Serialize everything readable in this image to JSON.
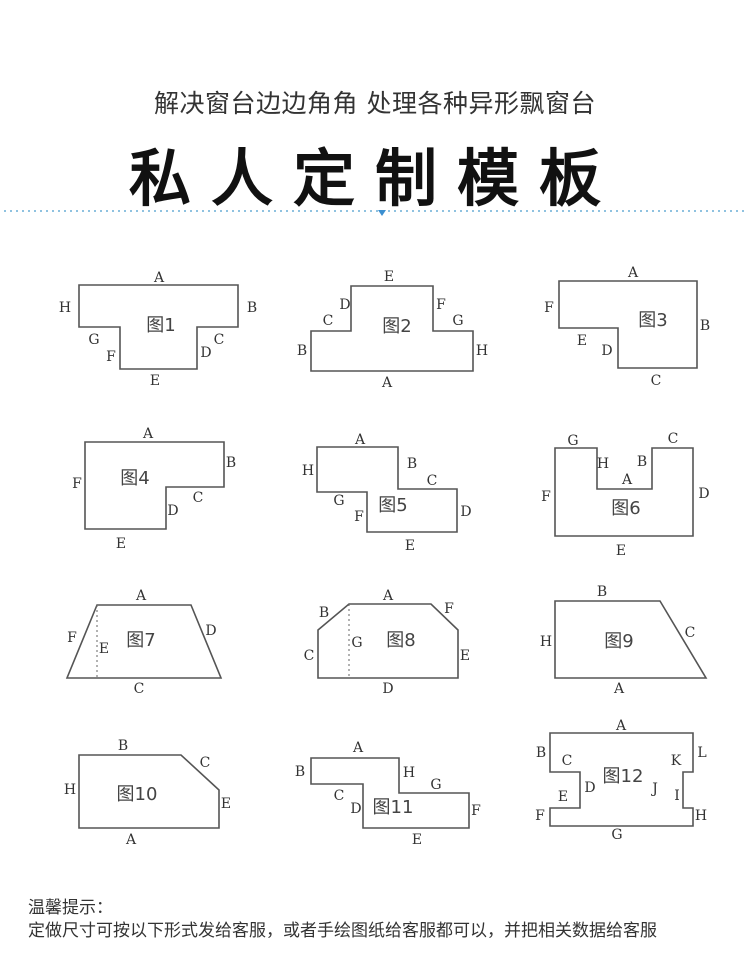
{
  "header": {
    "subtitle": "解决窗台边边角角 处理各种异形飘窗台",
    "title": "私人定制模板"
  },
  "figures": [
    {
      "name": "图1",
      "labels": [
        "A",
        "B",
        "C",
        "D",
        "E",
        "F",
        "G",
        "H"
      ]
    },
    {
      "name": "图2",
      "labels": [
        "A",
        "B",
        "C",
        "D",
        "E",
        "F",
        "G",
        "H"
      ]
    },
    {
      "name": "图3",
      "labels": [
        "A",
        "B",
        "C",
        "D",
        "E",
        "F"
      ]
    },
    {
      "name": "图4",
      "labels": [
        "A",
        "B",
        "C",
        "D",
        "E",
        "F"
      ]
    },
    {
      "name": "图5",
      "labels": [
        "A",
        "B",
        "C",
        "D",
        "E",
        "F",
        "G",
        "H"
      ]
    },
    {
      "name": "图6",
      "labels": [
        "A",
        "B",
        "C",
        "D",
        "E",
        "F",
        "G",
        "H"
      ]
    },
    {
      "name": "图7",
      "labels": [
        "A",
        "C",
        "D",
        "E",
        "F"
      ]
    },
    {
      "name": "图8",
      "labels": [
        "A",
        "B",
        "C",
        "D",
        "E",
        "F",
        "G"
      ]
    },
    {
      "name": "图9",
      "labels": [
        "A",
        "B",
        "C",
        "H"
      ]
    },
    {
      "name": "图10",
      "labels": [
        "A",
        "B",
        "C",
        "E",
        "H"
      ]
    },
    {
      "name": "图11",
      "labels": [
        "A",
        "B",
        "C",
        "D",
        "E",
        "F",
        "G",
        "H"
      ]
    },
    {
      "name": "图12",
      "labels": [
        "A",
        "B",
        "C",
        "D",
        "E",
        "F",
        "G",
        "H",
        "I",
        "J",
        "K",
        "L"
      ]
    }
  ],
  "tips": {
    "heading": "温馨提示：",
    "text": "定做尺寸可按以下形式发给客服，或者手绘图纸给客服都可以，并把相关数据给客服"
  }
}
